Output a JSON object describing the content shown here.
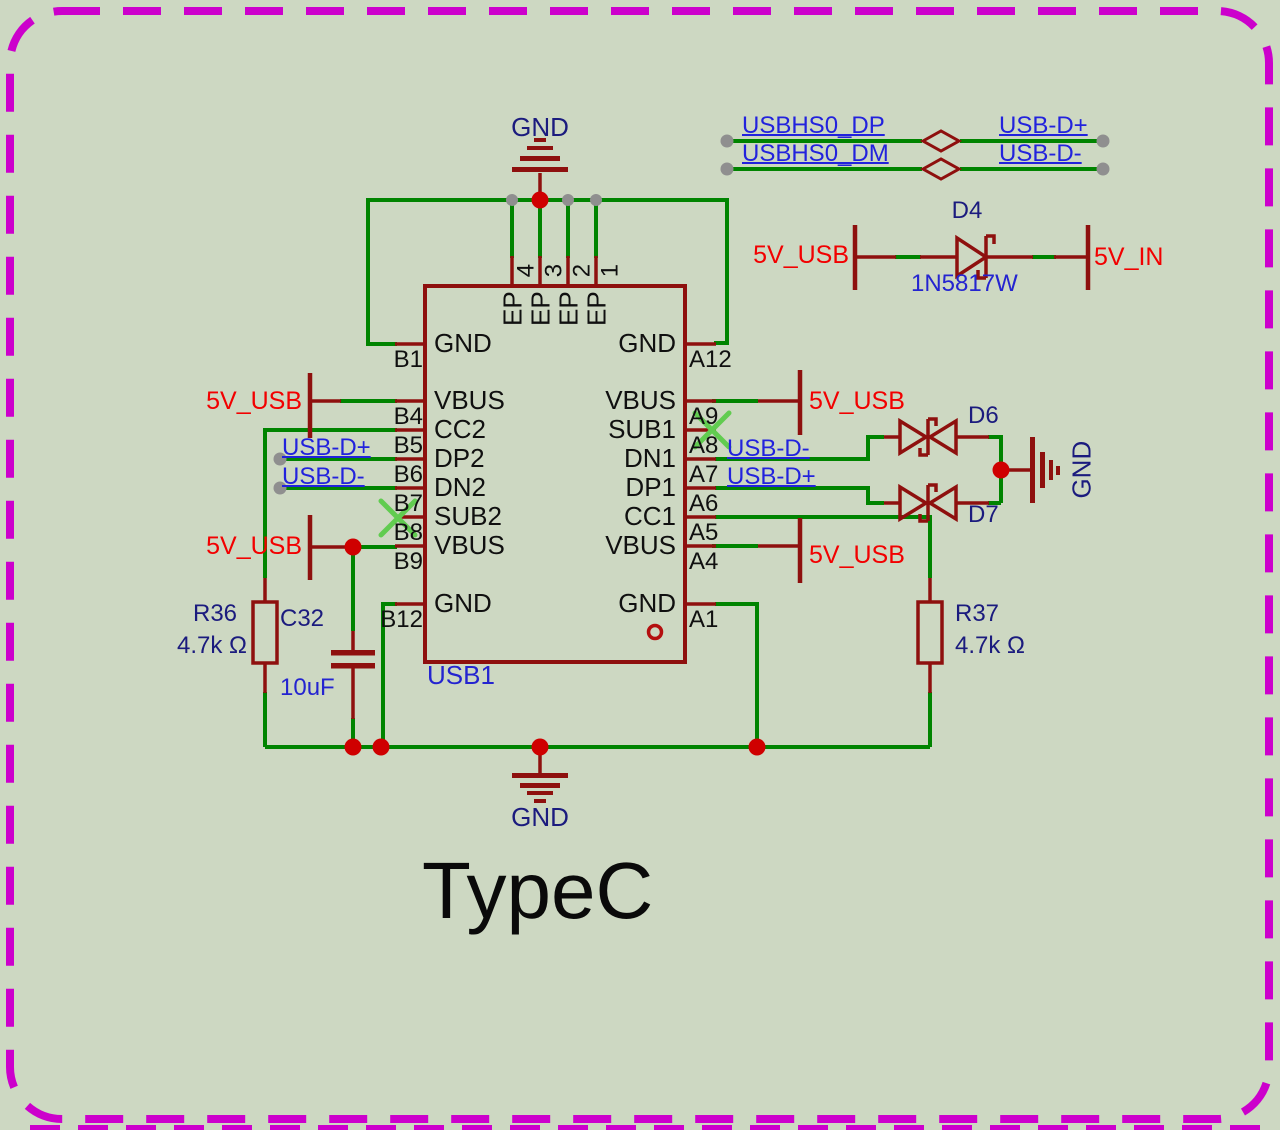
{
  "title": "TypeC",
  "ic": {
    "designator": "USB1",
    "left_pins": [
      {
        "num": "B1",
        "name": "GND"
      },
      {
        "num": "B4",
        "name": "VBUS"
      },
      {
        "num": "B5",
        "name": "CC2"
      },
      {
        "num": "B6",
        "name": "DP2"
      },
      {
        "num": "B7",
        "name": "DN2"
      },
      {
        "num": "B8",
        "name": "SUB2"
      },
      {
        "num": "B9",
        "name": "VBUS"
      },
      {
        "num": "B12",
        "name": "GND"
      }
    ],
    "right_pins": [
      {
        "num": "A12",
        "name": "GND"
      },
      {
        "num": "A9",
        "name": "VBUS"
      },
      {
        "num": "A8",
        "name": "SUB1"
      },
      {
        "num": "A7",
        "name": "DN1"
      },
      {
        "num": "A6",
        "name": "DP1"
      },
      {
        "num": "A5",
        "name": "CC1"
      },
      {
        "num": "A4",
        "name": "VBUS"
      },
      {
        "num": "A1",
        "name": "GND"
      }
    ],
    "top_pins": [
      {
        "num": "4",
        "name": "EP"
      },
      {
        "num": "3",
        "name": "EP"
      },
      {
        "num": "2",
        "name": "EP"
      },
      {
        "num": "1",
        "name": "EP"
      }
    ]
  },
  "power_labels": {
    "gnd_top": "GND",
    "gnd_bottom": "GND",
    "gnd_right": "GND",
    "v5_usb_d4": "5V_USB",
    "v5_in": "5V_IN",
    "v5_usb_b4": "5V_USB",
    "v5_usb_b9": "5V_USB",
    "v5_usb_a9": "5V_USB",
    "v5_usb_a4": "5V_USB"
  },
  "net_labels": {
    "usbhs0_dp": "USBHS0_DP",
    "usbhs0_dm": "USBHS0_DM",
    "usb_dp_top": "USB-D+",
    "usb_dm_top": "USB-D-",
    "usb_dp_left": "USB-D+",
    "usb_dm_left": "USB-D-",
    "usb_dm_right": "USB-D-",
    "usb_dp_right": "USB-D+"
  },
  "components": {
    "d4": {
      "designator": "D4",
      "value": "1N5817W"
    },
    "d6": {
      "designator": "D6"
    },
    "d7": {
      "designator": "D7"
    },
    "r36": {
      "designator": "R36",
      "value": "4.7k Ω"
    },
    "r37": {
      "designator": "R37",
      "value": "4.7k Ω"
    },
    "c32": {
      "designator": "C32",
      "value": "10uF"
    }
  },
  "colors": {
    "background": "#cdd8c2",
    "wire": "#008400",
    "component": "#8e100e",
    "junction": "#cf0000",
    "endpoint": "#8f8f8f",
    "net_label": "#2222dd",
    "designator": "#1b1b7e",
    "power_text": "#f20000",
    "no_connect": "#61cc50",
    "frame": "#cc00cc"
  }
}
